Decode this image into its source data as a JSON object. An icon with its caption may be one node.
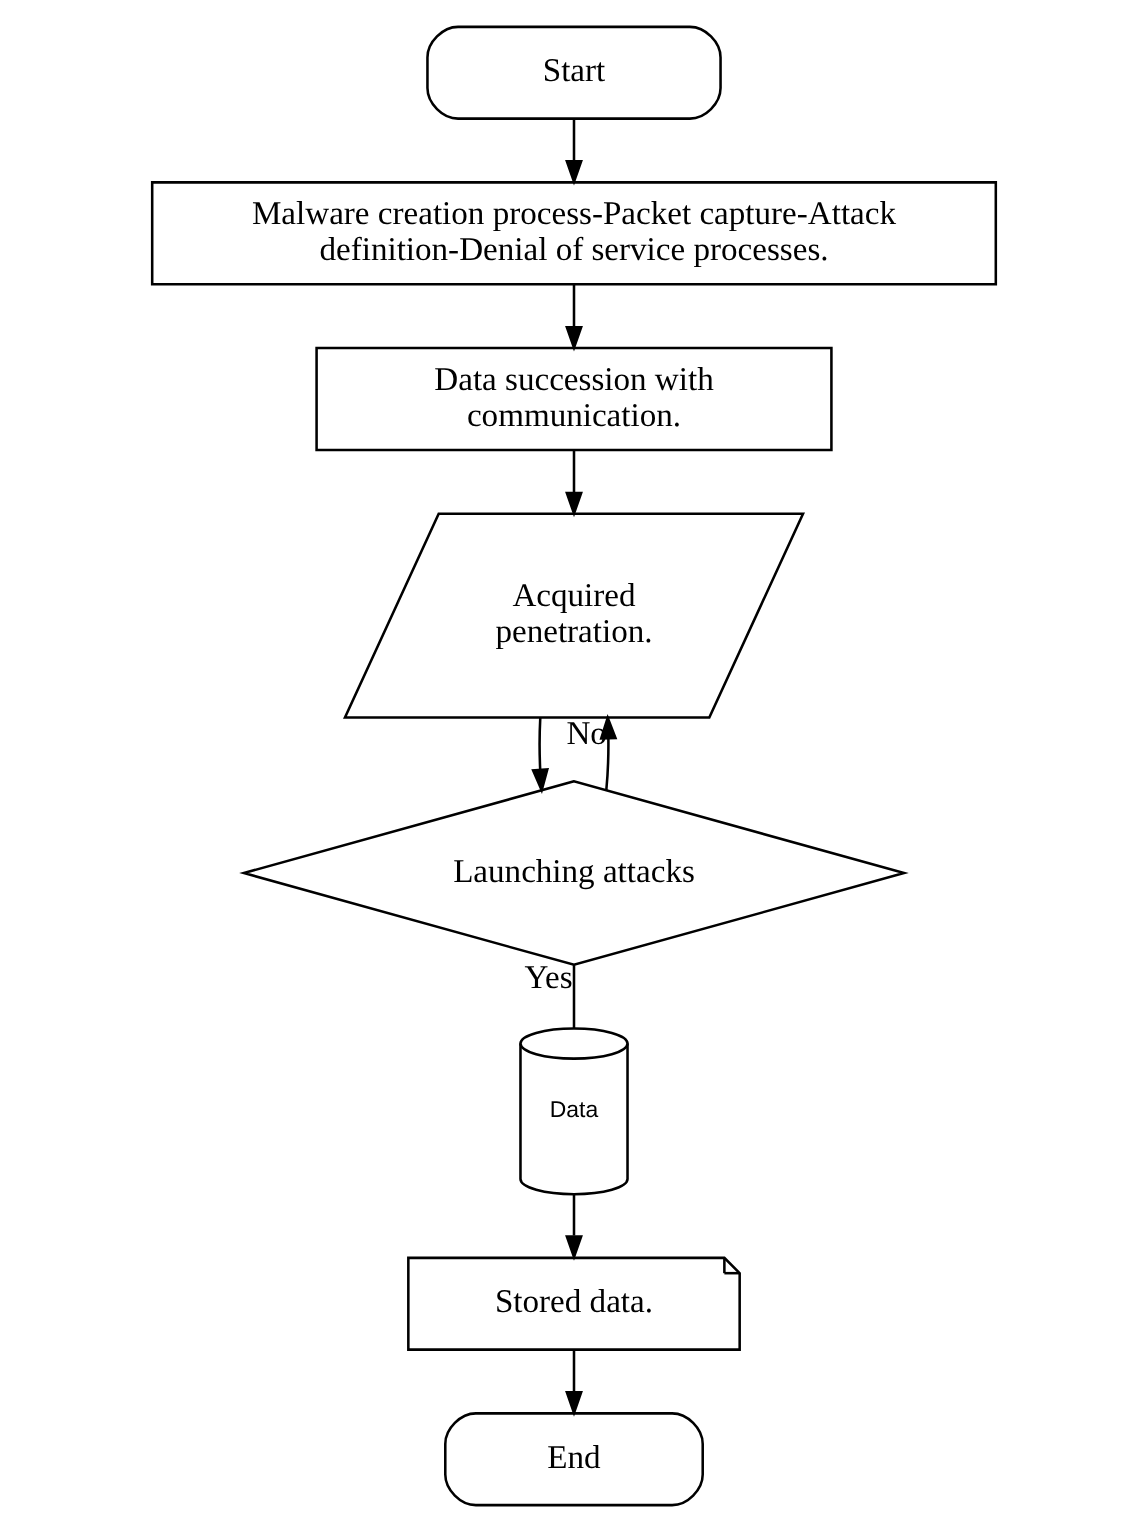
{
  "diagram": {
    "nodes": [
      {
        "text": [
          "Start"
        ]
      },
      {
        "text": [
          "Malware creation process-Packet capture-Attack definition-Denial of service processes."
        ]
      },
      {
        "text": [
          "Data succession with communication."
        ]
      },
      {
        "text": [
          "Acquired penetration."
        ]
      },
      {
        "text": [
          "Launching attacks"
        ]
      },
      {
        "text": [
          "Data"
        ]
      },
      {
        "text": [
          "Stored data."
        ]
      },
      {
        "text": [
          "End"
        ]
      }
    ],
    "edges": [
      {
        "from": 0,
        "to": 1,
        "arrow": "to"
      },
      {
        "from": 1,
        "to": 2,
        "arrow": "to"
      },
      {
        "from": 2,
        "to": 3,
        "arrow": "to"
      },
      {
        "from": 3,
        "to": 4,
        "arrow": "to"
      },
      {
        "from": 4,
        "to": 3,
        "arrow": "to",
        "label": "No"
      },
      {
        "from": 4,
        "to": 5,
        "arrow": "none",
        "label": "Yes"
      },
      {
        "from": 5,
        "to": 6,
        "arrow": "to"
      },
      {
        "from": 6,
        "to": 7,
        "arrow": "to"
      }
    ]
  }
}
